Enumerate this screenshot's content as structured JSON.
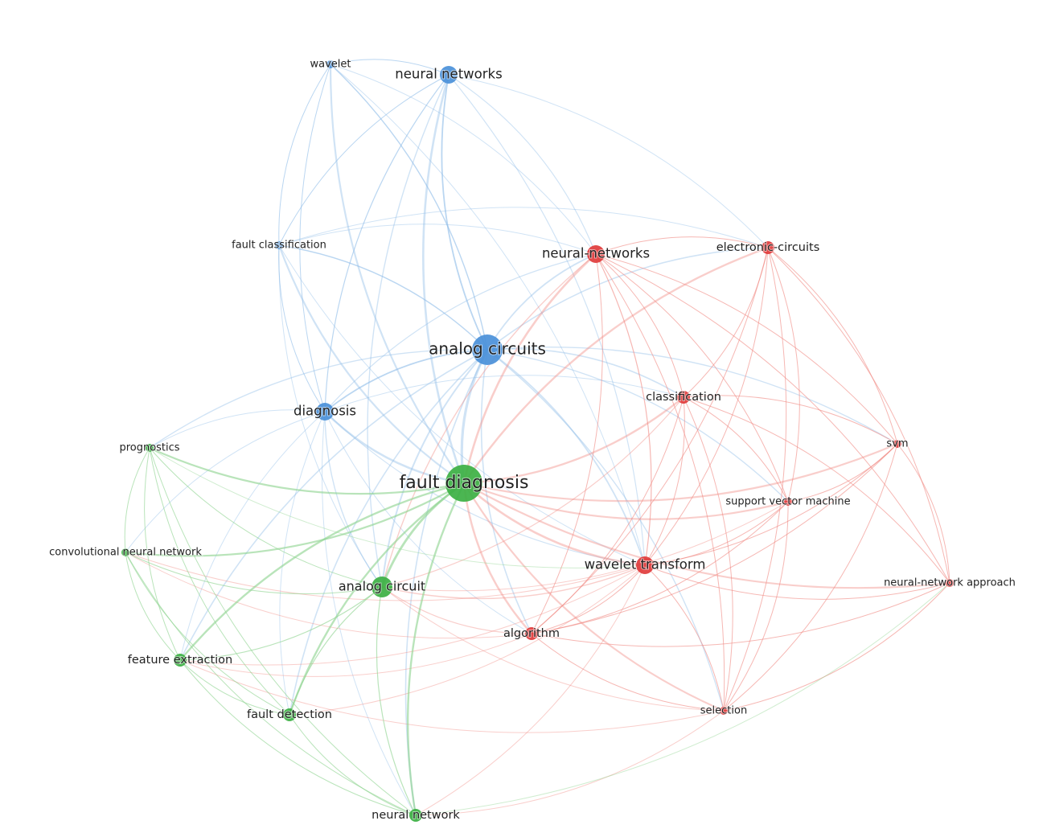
{
  "clusters": {
    "blue": {
      "color": "#4a90d9",
      "edge_color": "#8fbde8"
    },
    "green": {
      "color": "#3cb043",
      "edge_color": "#8ed48f"
    },
    "red": {
      "color": "#e03b3b",
      "edge_color": "#f08a84"
    }
  },
  "nodes": [
    {
      "id": "wavelet",
      "label": "wavelet",
      "cluster": "blue",
      "weight": 1
    },
    {
      "id": "neural_networks",
      "label": "neural networks",
      "cluster": "blue",
      "weight": 3
    },
    {
      "id": "fault_classification",
      "label": "fault classification",
      "cluster": "blue",
      "weight": 1
    },
    {
      "id": "analog_circuits",
      "label": "analog circuits",
      "cluster": "blue",
      "weight": 6
    },
    {
      "id": "diagnosis",
      "label": "diagnosis",
      "cluster": "blue",
      "weight": 3
    },
    {
      "id": "neural-networks",
      "label": "neural-networks",
      "cluster": "red",
      "weight": 3
    },
    {
      "id": "electronic-circuits",
      "label": "electronic-circuits",
      "cluster": "red",
      "weight": 2
    },
    {
      "id": "classification",
      "label": "classification",
      "cluster": "red",
      "weight": 2
    },
    {
      "id": "svm",
      "label": "svm",
      "cluster": "red",
      "weight": 1
    },
    {
      "id": "support_vector_machine",
      "label": "support vector machine",
      "cluster": "red",
      "weight": 1
    },
    {
      "id": "wavelet_transform",
      "label": "wavelet transform",
      "cluster": "red",
      "weight": 3
    },
    {
      "id": "neural-network_approach",
      "label": "neural-network approach",
      "cluster": "red",
      "weight": 1
    },
    {
      "id": "algorithm",
      "label": "algorithm",
      "cluster": "red",
      "weight": 2
    },
    {
      "id": "selection",
      "label": "selection",
      "cluster": "red",
      "weight": 1
    },
    {
      "id": "prognostics",
      "label": "prognostics",
      "cluster": "green",
      "weight": 1
    },
    {
      "id": "fault_diagnosis",
      "label": "fault diagnosis",
      "cluster": "green",
      "weight": 10
    },
    {
      "id": "convolutional_neural_network",
      "label": "convolutional neural network",
      "cluster": "green",
      "weight": 1
    },
    {
      "id": "analog_circuit",
      "label": "analog circuit",
      "cluster": "green",
      "weight": 4
    },
    {
      "id": "feature_extraction",
      "label": "feature extraction",
      "cluster": "green",
      "weight": 2
    },
    {
      "id": "fault_detection",
      "label": "fault detection",
      "cluster": "green",
      "weight": 2
    },
    {
      "id": "neural_network",
      "label": "neural network",
      "cluster": "green",
      "weight": 2
    }
  ],
  "links": [
    [
      "wavelet",
      "neural_networks"
    ],
    [
      "wavelet",
      "fault_classification"
    ],
    [
      "wavelet",
      "analog_circuits"
    ],
    [
      "wavelet",
      "diagnosis"
    ],
    [
      "wavelet",
      "fault_diagnosis"
    ],
    [
      "wavelet",
      "neural-networks"
    ],
    [
      "wavelet",
      "wavelet_transform"
    ],
    [
      "neural_networks",
      "analog_circuits"
    ],
    [
      "neural_networks",
      "fault_diagnosis"
    ],
    [
      "neural_networks",
      "diagnosis"
    ],
    [
      "neural_networks",
      "fault_classification"
    ],
    [
      "neural_networks",
      "electronic-circuits"
    ],
    [
      "neural_networks",
      "analog_circuit"
    ],
    [
      "neural_networks",
      "wavelet_transform"
    ],
    [
      "neural_networks",
      "neural-networks"
    ],
    [
      "fault_classification",
      "analog_circuits"
    ],
    [
      "fault_classification",
      "diagnosis"
    ],
    [
      "fault_classification",
      "fault_diagnosis"
    ],
    [
      "fault_classification",
      "wavelet_transform"
    ],
    [
      "fault_classification",
      "analog_circuit"
    ],
    [
      "fault_classification",
      "electronic-circuits"
    ],
    [
      "fault_classification",
      "neural-networks"
    ],
    [
      "analog_circuits",
      "diagnosis"
    ],
    [
      "analog_circuits",
      "fault_diagnosis"
    ],
    [
      "analog_circuits",
      "neural-networks"
    ],
    [
      "analog_circuits",
      "electronic-circuits"
    ],
    [
      "analog_circuits",
      "classification"
    ],
    [
      "analog_circuits",
      "wavelet_transform"
    ],
    [
      "analog_circuits",
      "svm"
    ],
    [
      "analog_circuits",
      "support_vector_machine"
    ],
    [
      "analog_circuits",
      "algorithm"
    ],
    [
      "analog_circuits",
      "selection"
    ],
    [
      "analog_circuits",
      "analog_circuit"
    ],
    [
      "analog_circuits",
      "feature_extraction"
    ],
    [
      "analog_circuits",
      "fault_detection"
    ],
    [
      "analog_circuits",
      "neural_network"
    ],
    [
      "analog_circuits",
      "prognostics"
    ],
    [
      "diagnosis",
      "fault_diagnosis"
    ],
    [
      "diagnosis",
      "prognostics"
    ],
    [
      "diagnosis",
      "analog_circuit"
    ],
    [
      "diagnosis",
      "neural_network"
    ],
    [
      "diagnosis",
      "fault_detection"
    ],
    [
      "diagnosis",
      "feature_extraction"
    ],
    [
      "diagnosis",
      "classification"
    ],
    [
      "diagnosis",
      "neural-networks"
    ],
    [
      "diagnosis",
      "wavelet_transform"
    ],
    [
      "diagnosis",
      "convolutional_neural_network"
    ],
    [
      "diagnosis",
      "algorithm"
    ],
    [
      "neural-networks",
      "electronic-circuits"
    ],
    [
      "neural-networks",
      "classification"
    ],
    [
      "neural-networks",
      "wavelet_transform"
    ],
    [
      "neural-networks",
      "support_vector_machine"
    ],
    [
      "neural-networks",
      "svm"
    ],
    [
      "neural-networks",
      "algorithm"
    ],
    [
      "neural-networks",
      "fault_diagnosis"
    ],
    [
      "neural-networks",
      "selection"
    ],
    [
      "neural-networks",
      "neural-network_approach"
    ],
    [
      "neural-networks",
      "analog_circuit"
    ],
    [
      "electronic-circuits",
      "classification"
    ],
    [
      "electronic-circuits",
      "wavelet_transform"
    ],
    [
      "electronic-circuits",
      "svm"
    ],
    [
      "electronic-circuits",
      "support_vector_machine"
    ],
    [
      "electronic-circuits",
      "algorithm"
    ],
    [
      "electronic-circuits",
      "neural-network_approach"
    ],
    [
      "electronic-circuits",
      "selection"
    ],
    [
      "electronic-circuits",
      "fault_diagnosis"
    ],
    [
      "classification",
      "wavelet_transform"
    ],
    [
      "classification",
      "svm"
    ],
    [
      "classification",
      "support_vector_machine"
    ],
    [
      "classification",
      "algorithm"
    ],
    [
      "classification",
      "fault_diagnosis"
    ],
    [
      "classification",
      "neural-network_approach"
    ],
    [
      "classification",
      "selection"
    ],
    [
      "classification",
      "analog_circuit"
    ],
    [
      "svm",
      "wavelet_transform"
    ],
    [
      "svm",
      "support_vector_machine"
    ],
    [
      "svm",
      "neural-network_approach"
    ],
    [
      "svm",
      "selection"
    ],
    [
      "svm",
      "fault_diagnosis"
    ],
    [
      "svm",
      "algorithm"
    ],
    [
      "support_vector_machine",
      "wavelet_transform"
    ],
    [
      "support_vector_machine",
      "fault_diagnosis"
    ],
    [
      "support_vector_machine",
      "algorithm"
    ],
    [
      "support_vector_machine",
      "selection"
    ],
    [
      "support_vector_machine",
      "analog_circuit"
    ],
    [
      "wavelet_transform",
      "algorithm"
    ],
    [
      "wavelet_transform",
      "selection"
    ],
    [
      "wavelet_transform",
      "fault_diagnosis"
    ],
    [
      "wavelet_transform",
      "analog_circuit"
    ],
    [
      "wavelet_transform",
      "neural-network_approach"
    ],
    [
      "wavelet_transform",
      "feature_extraction"
    ],
    [
      "wavelet_transform",
      "neural_network"
    ],
    [
      "wavelet_transform",
      "fault_detection"
    ],
    [
      "wavelet_transform",
      "convolutional_neural_network"
    ],
    [
      "neural-network_approach",
      "algorithm"
    ],
    [
      "neural-network_approach",
      "fault_diagnosis"
    ],
    [
      "neural-network_approach",
      "selection"
    ],
    [
      "algorithm",
      "selection"
    ],
    [
      "algorithm",
      "fault_diagnosis"
    ],
    [
      "algorithm",
      "analog_circuit"
    ],
    [
      "algorithm",
      "feature_extraction"
    ],
    [
      "algorithm",
      "convolutional_neural_network"
    ],
    [
      "selection",
      "fault_diagnosis"
    ],
    [
      "selection",
      "analog_circuit"
    ],
    [
      "selection",
      "feature_extraction"
    ],
    [
      "selection",
      "neural_network"
    ],
    [
      "prognostics",
      "fault_diagnosis"
    ],
    [
      "prognostics",
      "analog_circuit"
    ],
    [
      "prognostics",
      "feature_extraction"
    ],
    [
      "prognostics",
      "convolutional_neural_network"
    ],
    [
      "prognostics",
      "fault_detection"
    ],
    [
      "prognostics",
      "neural_network"
    ],
    [
      "prognostics",
      "wavelet_transform"
    ],
    [
      "fault_diagnosis",
      "analog_circuit"
    ],
    [
      "fault_diagnosis",
      "convolutional_neural_network"
    ],
    [
      "fault_diagnosis",
      "feature_extraction"
    ],
    [
      "fault_diagnosis",
      "fault_detection"
    ],
    [
      "fault_diagnosis",
      "neural_network"
    ],
    [
      "convolutional_neural_network",
      "analog_circuit"
    ],
    [
      "convolutional_neural_network",
      "feature_extraction"
    ],
    [
      "convolutional_neural_network",
      "fault_detection"
    ],
    [
      "convolutional_neural_network",
      "neural_network"
    ],
    [
      "analog_circuit",
      "feature_extraction"
    ],
    [
      "analog_circuit",
      "fault_detection"
    ],
    [
      "analog_circuit",
      "neural_network"
    ],
    [
      "feature_extraction",
      "fault_detection"
    ],
    [
      "feature_extraction",
      "neural_network"
    ],
    [
      "fault_detection",
      "neural_network"
    ],
    [
      "neural_network",
      "neural-network_approach"
    ]
  ]
}
